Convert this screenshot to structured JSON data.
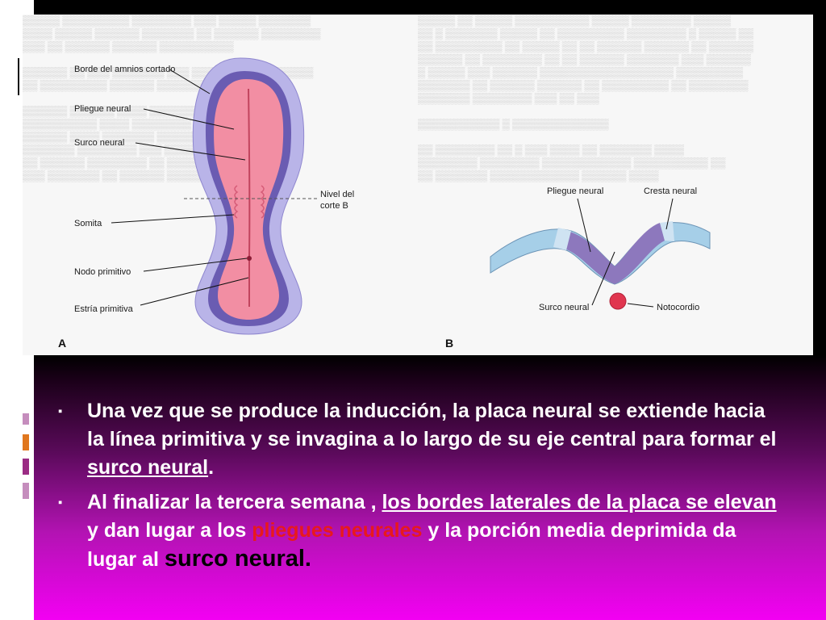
{
  "figure": {
    "panel_a": {
      "letter": "A",
      "labels": {
        "amnion_edge": "Borde del amnios cortado",
        "neural_fold": "Pliegue neural",
        "neural_groove": "Surco neural",
        "somite": "Somita",
        "primitive_node": "Nodo primitivo",
        "primitive_streak": "Estría primitiva",
        "section_level_1": "Nivel del",
        "section_level_2": "corte B"
      }
    },
    "panel_b": {
      "letter": "B",
      "labels": {
        "neural_fold": "Pliegue neural",
        "neural_crest": "Cresta neural",
        "neural_groove": "Surco neural",
        "notochord": "Notocordio"
      }
    }
  },
  "bullets": [
    {
      "pre": "Una vez que se produce la inducción, la placa neural se extiende hacia la línea primitiva y se invagina a lo largo de su eje central para formar el",
      "underlined": " surco neural",
      "post": "."
    },
    {
      "pre": "Al finalizar la tercera semana , ",
      "underlined": "los bordes laterales de la placa se elevan ",
      "mid": "y dan lugar a los ",
      "red": "pliegues neurales",
      "mid2": " y la porción media deprimida da lugar al ",
      "big": "surco neural."
    }
  ],
  "colors": {
    "embryo_outer": "#b7b3e6",
    "embryo_middle": "#6f5fb3",
    "embryo_inner": "#f08aa0",
    "notochord": "#e0364f",
    "bullet_text": "#ffffff",
    "highlight_red": "#e8191c"
  }
}
